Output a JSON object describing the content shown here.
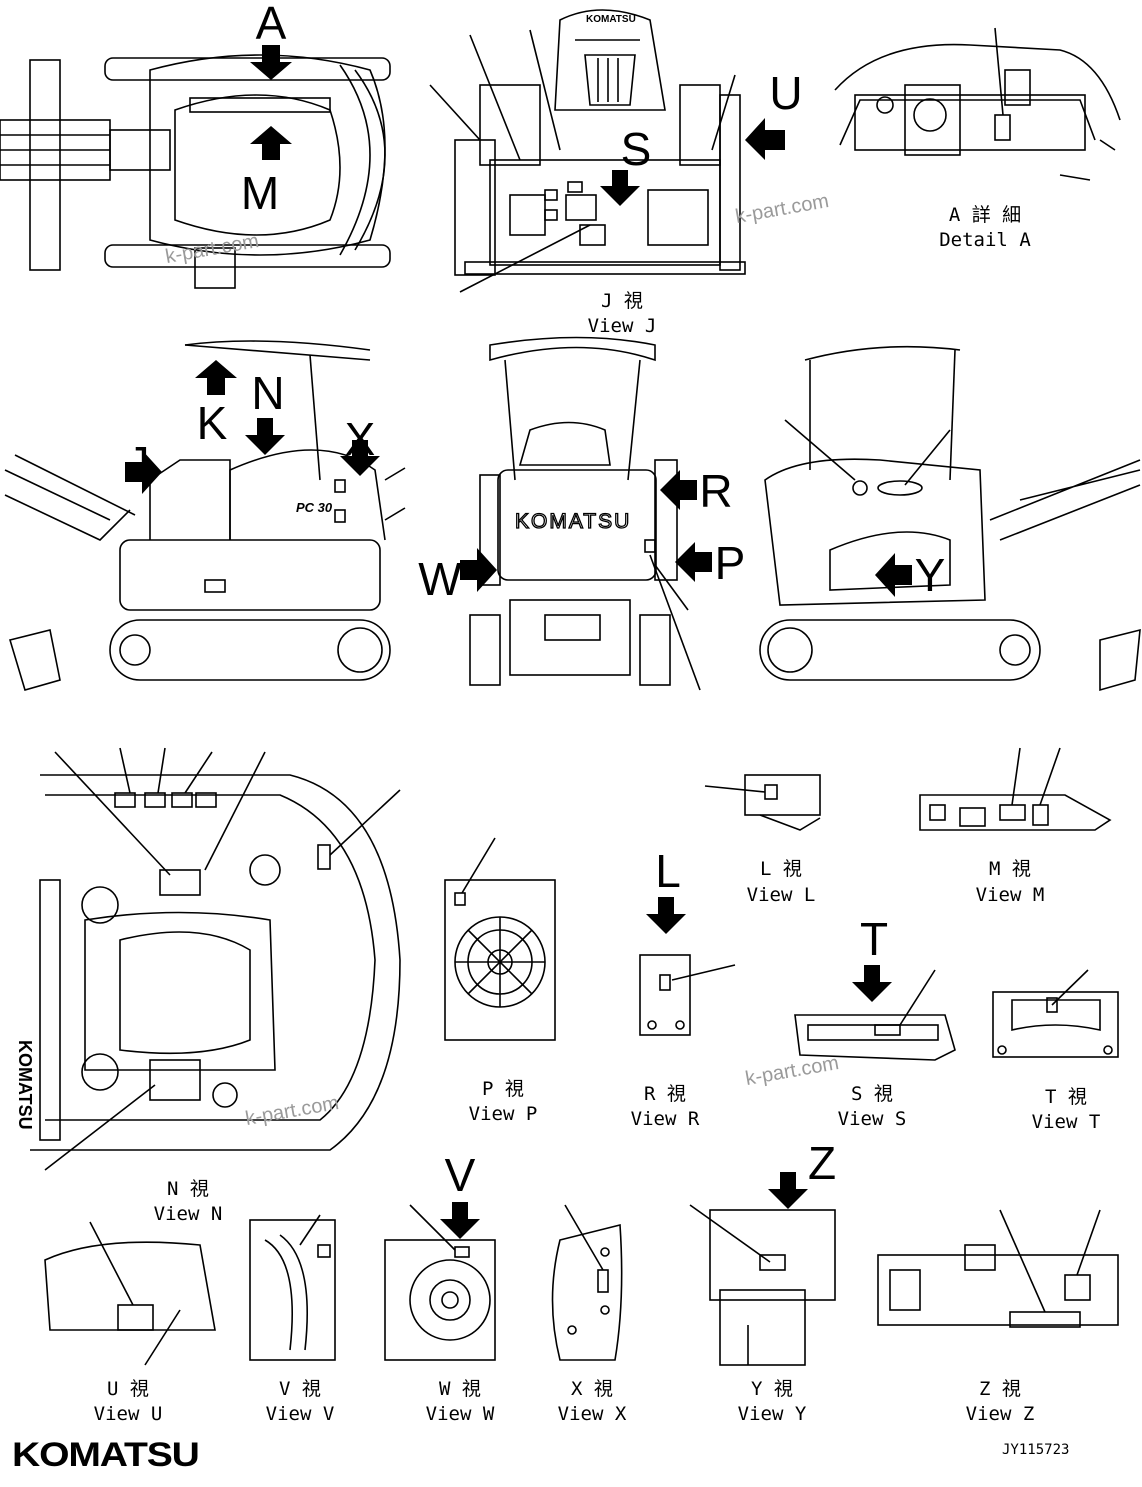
{
  "document": {
    "brand": "KOMATSU",
    "drawing_code": "JY115723",
    "watermark": "k-part.com"
  },
  "arrow_letters": [
    "A",
    "M",
    "S",
    "U",
    "N",
    "K",
    "J",
    "X",
    "R",
    "P",
    "W",
    "Y",
    "L",
    "T",
    "V",
    "Z"
  ],
  "views": {
    "detail_a": {
      "jp": "A 詳 細",
      "en": "Detail A"
    },
    "view_j": {
      "jp": "J  視",
      "en": "View J"
    },
    "view_l": {
      "jp": "L  視",
      "en": "View L"
    },
    "view_m": {
      "jp": "M  視",
      "en": "View M"
    },
    "view_p": {
      "jp": "P  視",
      "en": "View P"
    },
    "view_r": {
      "jp": "R  視",
      "en": "View R"
    },
    "view_s": {
      "jp": "S  視",
      "en": "View S"
    },
    "view_t": {
      "jp": "T  視",
      "en": "View T"
    },
    "view_n": {
      "jp": "N  視",
      "en": "View N"
    },
    "view_u": {
      "jp": "U  視",
      "en": "View U"
    },
    "view_v": {
      "jp": "V  視",
      "en": "View V"
    },
    "view_w": {
      "jp": "W  視",
      "en": "View W"
    },
    "view_x": {
      "jp": "X  視",
      "en": "View X"
    },
    "view_y": {
      "jp": "Y  視",
      "en": "View Y"
    },
    "view_z": {
      "jp": "Z  視",
      "en": "View Z"
    }
  },
  "machine_text": {
    "rear_logo": "KOMATSU",
    "seat_logo": "KOMATSU",
    "model_badge": "PC 30",
    "side_logo": "KOMATSU"
  }
}
